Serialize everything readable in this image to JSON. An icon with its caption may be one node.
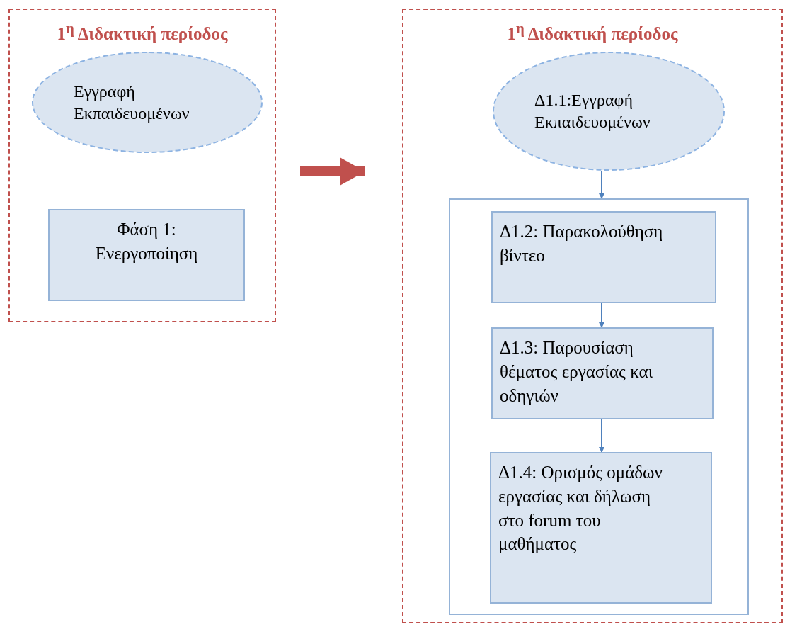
{
  "diagram": {
    "nodes": [
      {
        "text": [
          "1$^{η}$ Διδακτική περίοδος"
        ]
      },
      {
        "text": [
          "Εγγραφή Εκπαιδευομένων"
        ],
        "in": 0
      },
      {
        "text": [
          "Φάση 1: Ενεργοποίηση"
        ],
        "in": 0
      },
      {
        "text": [
          "1$^{η}$ Διδακτική περίοδος"
        ]
      },
      {
        "text": [
          "Δ1.1:Εγγραφή Εκπαιδευομένων"
        ],
        "in": 3
      },
      {
        "text": [],
        "shape": "box",
        "in": 3
      },
      {
        "text": [
          "Δ1.2: Παρακολούθηση βίντεο"
        ],
        "in": 5
      },
      {
        "text": [
          "Δ1.3: Παρουσίαση θέματος εργασίας και οδηγιών"
        ],
        "in": 5
      },
      {
        "text": [
          "Δ1.4: Ορισμός ομάδων εργασίας και δήλωση στο forum του μαθήματος"
        ],
        "in": 5
      }
    ],
    "edges": [
      {
        "from": 0,
        "to": 3,
        "arrow": "to",
        "style": "thick",
        "color": "#c0504d"
      },
      {
        "from": 4,
        "to": 5,
        "arrow": "to"
      },
      {
        "from": 6,
        "to": 7,
        "arrow": "to"
      },
      {
        "from": 7,
        "to": 8,
        "arrow": "to"
      }
    ]
  }
}
